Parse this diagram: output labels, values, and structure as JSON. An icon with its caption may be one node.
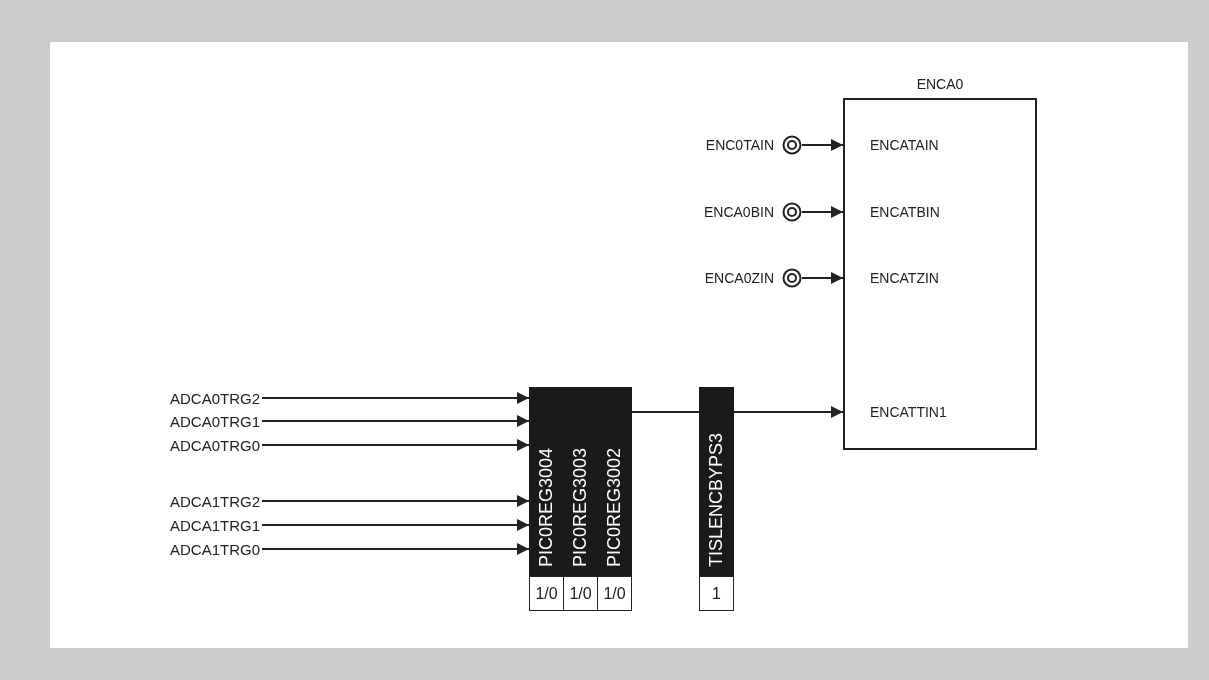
{
  "diagram": {
    "nodes": [
      {
        "text": [
          "ENCA0"
        ]
      },
      {
        "text": [
          "ENCATAIN"
        ],
        "in": 0
      },
      {
        "text": [
          "ENCATBIN"
        ],
        "in": 0
      },
      {
        "text": [
          "ENCATZIN"
        ],
        "in": 0
      },
      {
        "text": [
          "ENCATTIN1"
        ],
        "in": 0
      },
      {
        "text": [
          "ENC0TAIN"
        ]
      },
      {
        "text": [
          "ENCA0BIN"
        ]
      },
      {
        "text": [
          "ENCA0ZIN"
        ]
      },
      {
        "text": [
          "ADCA0TRG2"
        ]
      },
      {
        "text": [
          "ADCA0TRG1"
        ]
      },
      {
        "text": [
          "ADCA0TRG0"
        ]
      },
      {
        "text": [
          "ADCA1TRG2"
        ]
      },
      {
        "text": [
          "ADCA1TRG1"
        ]
      },
      {
        "text": [
          "ADCA1TRG0"
        ]
      },
      {
        "text": [
          "PIC0REG3004",
          "1/0"
        ]
      },
      {
        "text": [
          "PIC0REG3003",
          "1/0"
        ]
      },
      {
        "text": [
          "PIC0REG3002",
          "1/0"
        ]
      },
      {
        "text": [
          "TISLENCBYPS3",
          "1"
        ]
      }
    ],
    "edges": [
      {
        "from": 5,
        "to": 1,
        "arrow": "to"
      },
      {
        "from": 6,
        "to": 2,
        "arrow": "to"
      },
      {
        "from": 7,
        "to": 3,
        "arrow": "to"
      },
      {
        "from": 8,
        "to": 14,
        "arrow": "to"
      },
      {
        "from": 9,
        "to": 14,
        "arrow": "to"
      },
      {
        "from": 10,
        "to": 14,
        "arrow": "to"
      },
      {
        "from": 11,
        "to": 14,
        "arrow": "to"
      },
      {
        "from": 12,
        "to": 14,
        "arrow": "to"
      },
      {
        "from": 13,
        "to": 14,
        "arrow": "to"
      },
      {
        "from": 16,
        "to": 17,
        "arrow": "none"
      },
      {
        "from": 17,
        "to": 4,
        "arrow": "to"
      }
    ]
  }
}
